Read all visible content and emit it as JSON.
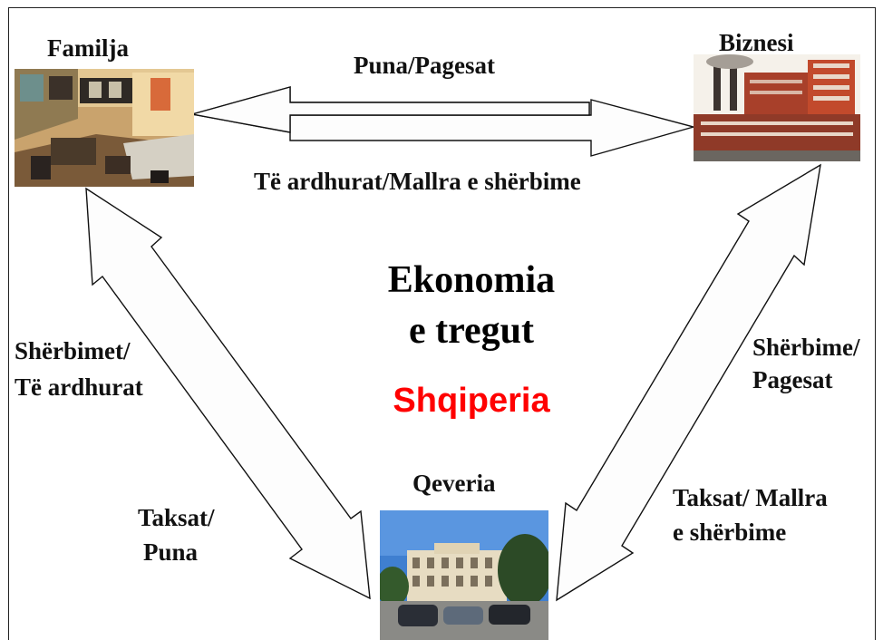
{
  "nodes": {
    "family": {
      "label": "Familja"
    },
    "business": {
      "label": "Biznesi"
    },
    "government": {
      "label": "Qeveria"
    }
  },
  "center": {
    "title_line1": "Ekonomia",
    "title_line2": "e tregut",
    "subtitle": "Shqiperia",
    "subtitle_color": "#ff0000"
  },
  "flows": {
    "top_upper": "Puna/Pagesat",
    "top_lower": "Të ardhurat/Mallra e shërbime",
    "left_upper_1": "Shërbimet/",
    "left_upper_2": "Të ardhurat",
    "left_lower_1": "Taksat/",
    "left_lower_2": "Puna",
    "right_upper_1": "Shërbime/",
    "right_upper_2": "Pagesat",
    "right_lower_1": "Taksat/ Mallra",
    "right_lower_2": "e shërbime"
  },
  "icons": [
    "living-room-photo",
    "factory-photo",
    "government-building-photo"
  ]
}
